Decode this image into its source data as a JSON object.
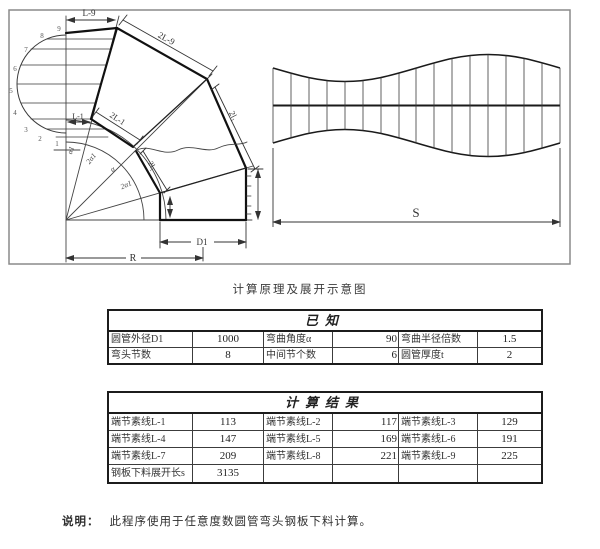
{
  "page": {
    "caption": "计算原理及展开示意图",
    "note_label": "说明：",
    "note_text": "此程序使用于任意度数圆管弯头钢板下料计算。"
  },
  "colors": {
    "ink": "#1a1a1a",
    "thin_line": "#444444",
    "frame_gray": "#8a8a8a"
  },
  "diagram": {
    "dims": {
      "L9": "L-9",
      "L9x2": "2L-9",
      "L1": "L-1",
      "L1x2": "2L-1",
      "l2_inner": "2l₁",
      "l2_outer": "2l₁",
      "D1": "D1",
      "R": "R",
      "S": "S"
    },
    "angles": {
      "a1": "α1",
      "a2": "2α1",
      "a": "α",
      "a3": "2α1"
    },
    "points": [
      "1",
      "2",
      "3",
      "4",
      "5",
      "6",
      "7",
      "8",
      "9"
    ]
  },
  "known": {
    "title": "已知",
    "cells": [
      [
        "圆管外径D1",
        "1000",
        "弯曲角度α",
        "90",
        "弯曲半径倍数",
        "1.5"
      ],
      [
        "弯头节数",
        "8",
        "中间节个数",
        "6",
        "圆管厚度t",
        "2"
      ]
    ]
  },
  "results": {
    "title": "计算结果",
    "cells": [
      [
        "端节素线L-1",
        "113",
        "端节素线L-2",
        "117",
        "端节素线L-3",
        "129"
      ],
      [
        "端节素线L-4",
        "147",
        "端节素线L-5",
        "169",
        "端节素线L-6",
        "191"
      ],
      [
        "端节素线L-7",
        "209",
        "端节素线L-8",
        "221",
        "端节素线L-9",
        "225"
      ],
      [
        "钢板下料展开长s",
        "3135",
        "",
        "",
        "",
        ""
      ]
    ]
  }
}
